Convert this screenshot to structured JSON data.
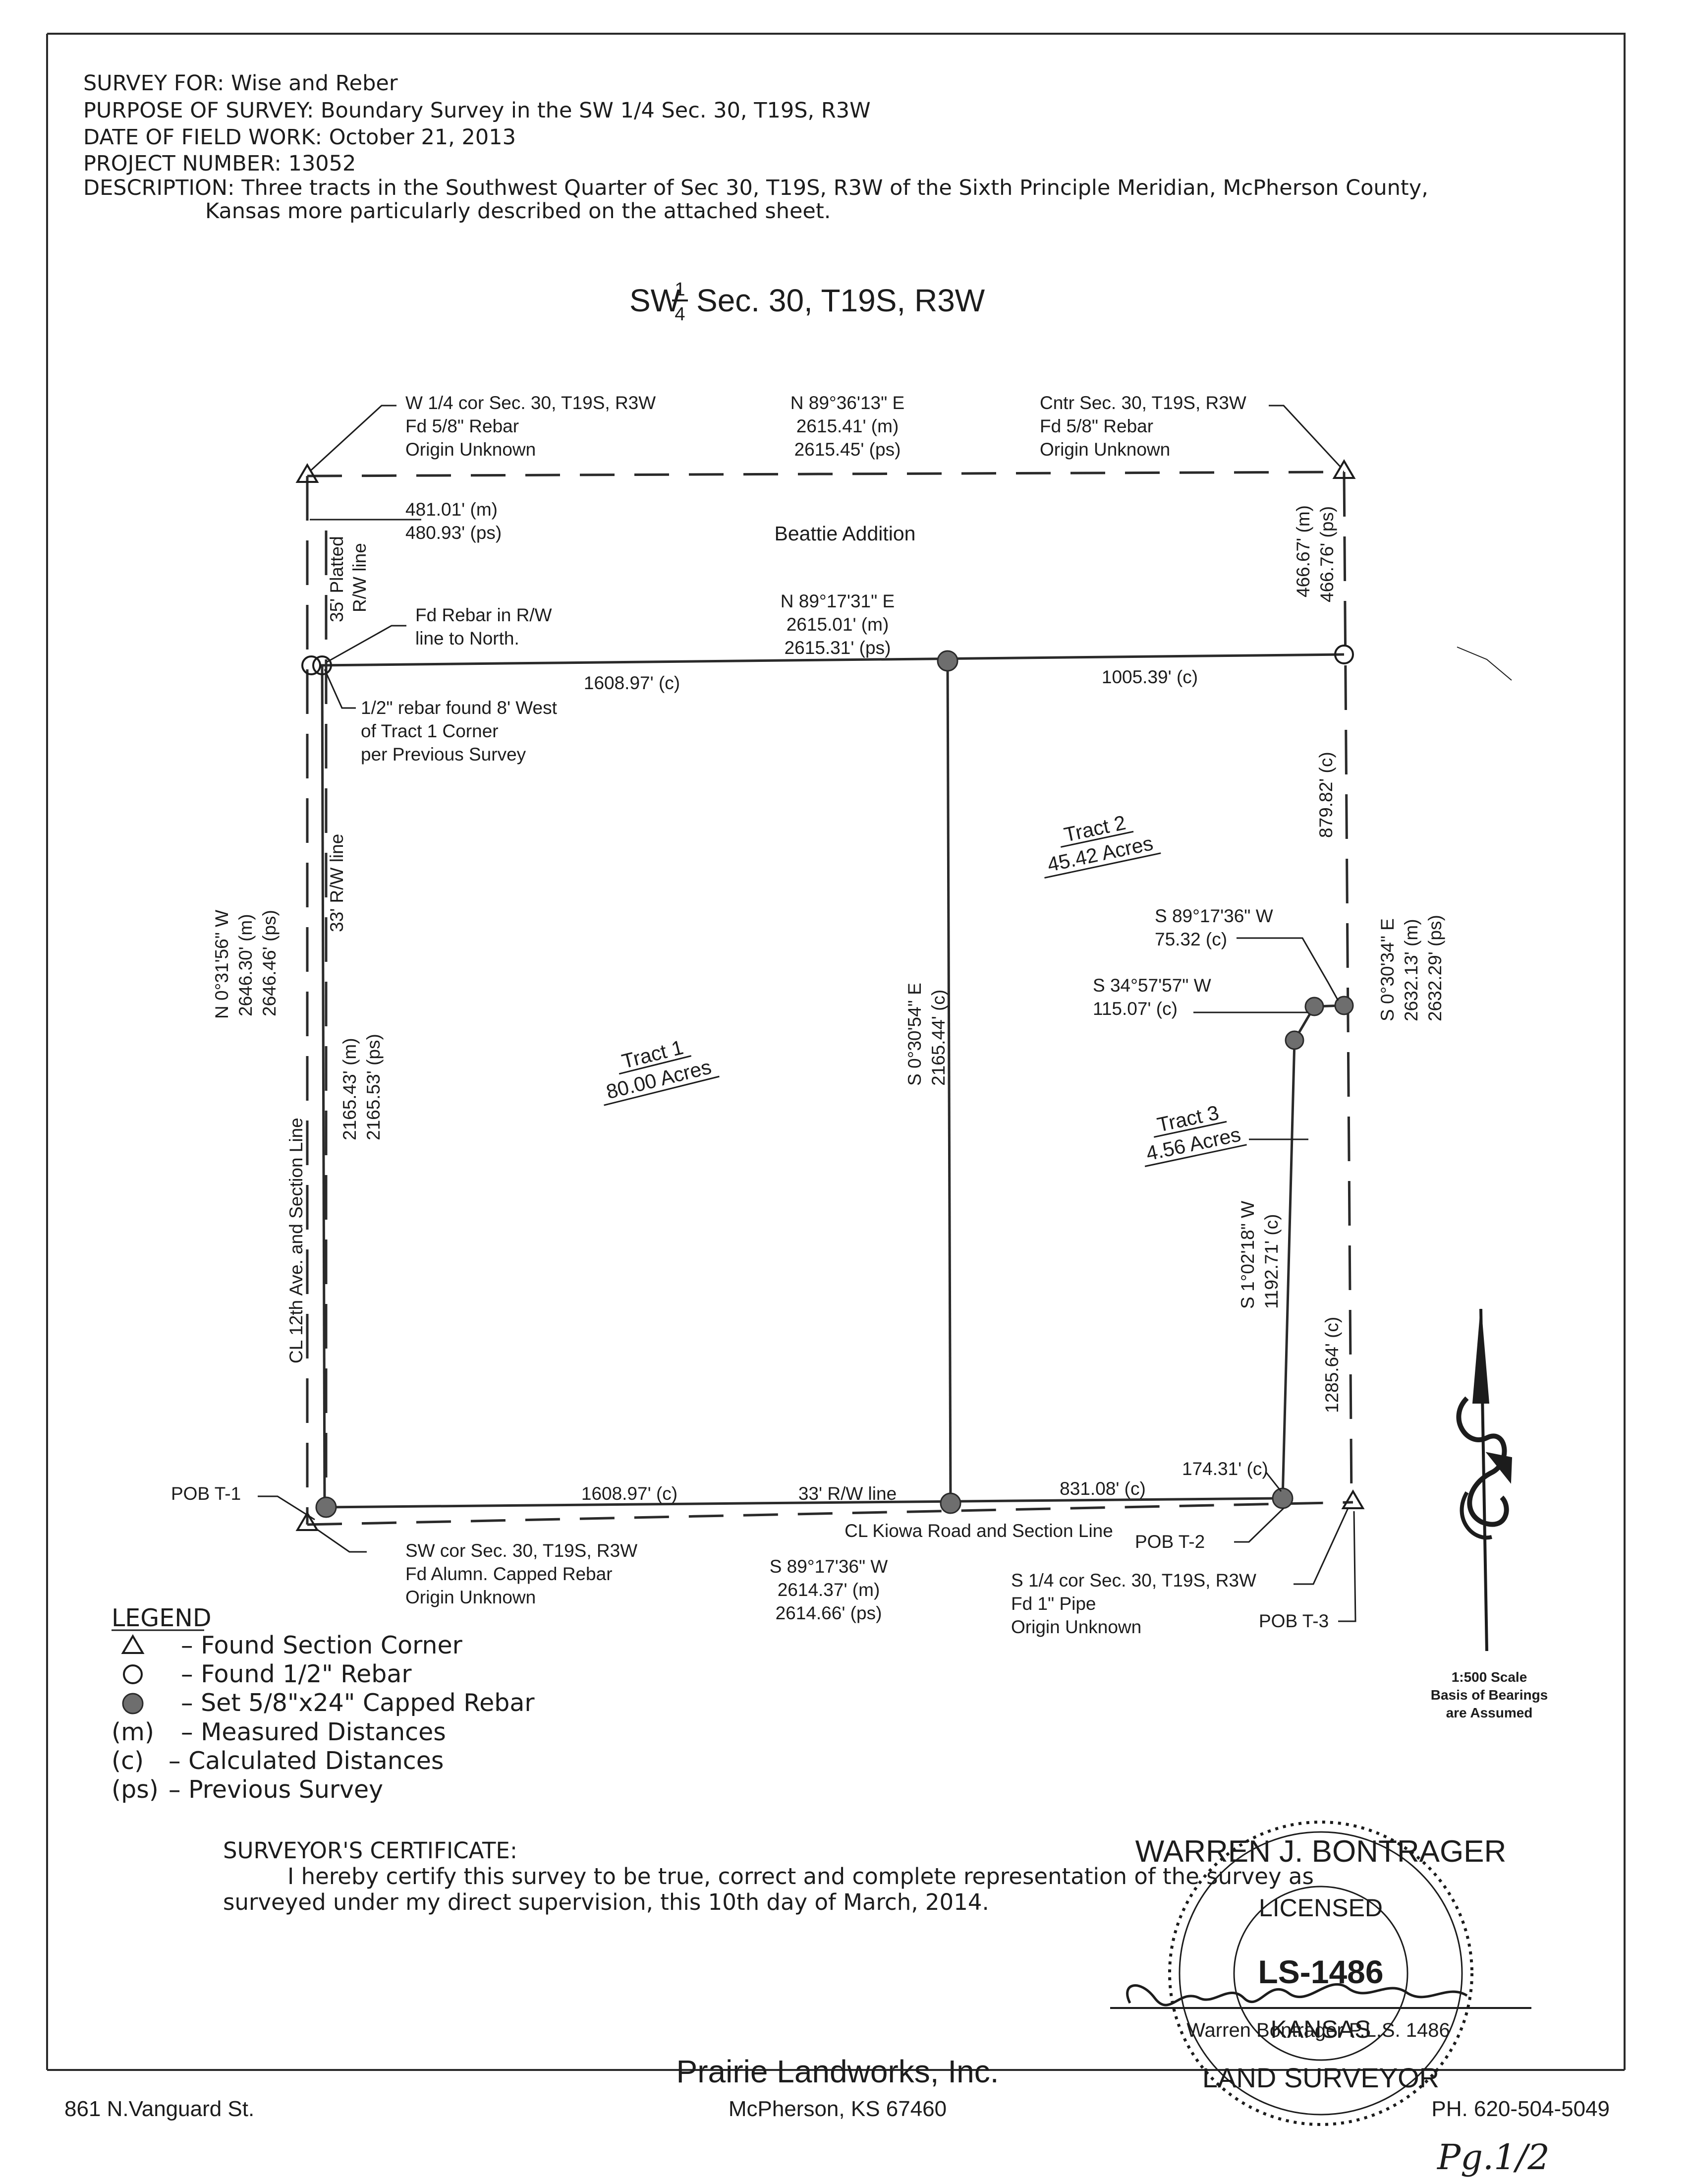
{
  "header": {
    "survey_for": "SURVEY FOR: Wise and Reber",
    "purpose": "PURPOSE OF SURVEY: Boundary Survey in the SW 1/4 Sec. 30, T19S, R3W",
    "date": "DATE OF FIELD WORK: October 21, 2013",
    "project": "PROJECT NUMBER: 13052",
    "description_1": "DESCRIPTION: Three tracts in the Southwest Quarter of Sec 30, T19S, R3W of the Sixth Principle Meridian, McPherson County,",
    "description_2": "Kansas more particularly described on the attached sheet."
  },
  "title": {
    "prefix": "SW",
    "fraction_num": "1",
    "fraction_den": "4",
    "suffix": "Sec. 30, T19S, R3W"
  },
  "corners": {
    "nw_1": "W 1/4 cor Sec. 30, T19S, R3W",
    "nw_2": "Fd 5/8\" Rebar",
    "nw_3": "Origin Unknown",
    "ne_1": "Cntr Sec. 30, T19S, R3W",
    "ne_2": "Fd 5/8\" Rebar",
    "ne_3": "Origin Unknown",
    "sw_1": "SW cor Sec. 30, T19S, R3W",
    "sw_2": "Fd Alumn. Capped Rebar",
    "sw_3": "Origin Unknown",
    "se_1": "S 1/4 cor Sec. 30, T19S, R3W",
    "se_2": "Fd 1\" Pipe",
    "se_3": "Origin Unknown"
  },
  "bearings": {
    "north_1": "N 89°36'13\" E",
    "north_2": "2615.41' (m)",
    "north_3": "2615.45' (ps)",
    "inner_1": "N 89°17'31\" E",
    "inner_2": "2615.01' (m)",
    "inner_3": "2615.31' (ps)",
    "south_1": "S 89°17'36\" W",
    "south_2": "2614.37' (m)",
    "south_3": "2614.66' (ps)",
    "west_1": "N 0°31'56\" W",
    "west_2": "2646.30' (m)",
    "west_3": "2646.46' (ps)",
    "west_in_1": "2165.43' (m)",
    "west_in_2": "2165.53' (ps)",
    "east_1": "S 0°30'34\" E",
    "east_2": "2632.13' (m)",
    "east_3": "2632.29' (ps)",
    "east_upper": "466.67' (m)",
    "east_upper_ps": "466.76' (ps)",
    "nw_strip_m": "481.01' (m)",
    "nw_strip_ps": "480.93' (ps)",
    "div_1": "S 0°30'54\" E",
    "div_2": "2165.44' (c)",
    "t1_north": "1608.97' (c)",
    "t1_south": "1608.97' (c)",
    "t2_north": "1005.39' (c)",
    "t2_east": "879.82' (c)",
    "t3_east": "1285.64' (c)",
    "seg1_1": "S 89°17'36\" W",
    "seg1_2": "75.32 (c)",
    "seg2_1": "S 34°57'57\" W",
    "seg2_2": "115.07' (c)",
    "seg3_1": "S 1°02'18\" W",
    "seg3_2": "1192.71' (c)",
    "t3_south": "174.31' (c)",
    "south_mid": "831.08' (c)"
  },
  "labels": {
    "beattie": "Beattie Addition",
    "platted_1": "35' Platted",
    "platted_2": "R/W line",
    "rw33_west": "33' R/W line",
    "rw33_south": "33' R/W line",
    "cl_12th": "CL 12th Ave. and Section Line",
    "cl_kiowa": "CL Kiowa Road and Section Line",
    "fd_rebar_1": "Fd Rebar in R/W",
    "fd_rebar_2": "line to North.",
    "half_1": "1/2\" rebar found 8' West",
    "half_2": "of Tract 1 Corner",
    "half_3": "per Previous Survey",
    "pob1": "POB T-1",
    "pob2": "POB T-2",
    "pob3": "POB T-3"
  },
  "tracts": {
    "t1_name": "Tract 1",
    "t1_area": "80.00 Acres",
    "t2_name": "Tract 2",
    "t2_area": "45.42 Acres",
    "t3_name": "Tract 3",
    "t3_area": "4.56 Acres"
  },
  "legend": {
    "title": "LEGEND",
    "i1": "– Found Section Corner",
    "i2": "– Found 1/2\" Rebar",
    "i3": "– Set 5/8\"x24\" Capped Rebar",
    "k4": "(m)",
    "i4": "– Measured Distances",
    "k5": "(c)",
    "i5": "– Calculated Distances",
    "k6": "(ps)",
    "i6": "– Previous Survey"
  },
  "scale": {
    "s1": "1:500 Scale",
    "s2": "Basis of Bearings",
    "s3": "are Assumed"
  },
  "certificate": {
    "title": "SURVEYOR'S CERTIFICATE:",
    "line1": "I hereby certify this survey to be true, correct and complete representation of the survey as",
    "line2": "surveyed under my direct supervision, this 10th day of March, 2014.",
    "surveyor": "Warren Bontrager  P.L.S. 1486"
  },
  "seal": {
    "name": "WARREN J. BONTRAGER",
    "licensed": "LICENSED",
    "number": "LS-1486",
    "state": "KANSAS",
    "role": "LAND SURVEYOR"
  },
  "footer": {
    "company": "Prairie Landworks, Inc.",
    "address": "861 N.Vanguard St.",
    "city": "McPherson, KS 67460",
    "phone": "PH. 620-504-5049",
    "page": "Pg.1/2"
  },
  "colors": {
    "ink": "#1c1c1c",
    "marker": "#6e6e6e"
  }
}
